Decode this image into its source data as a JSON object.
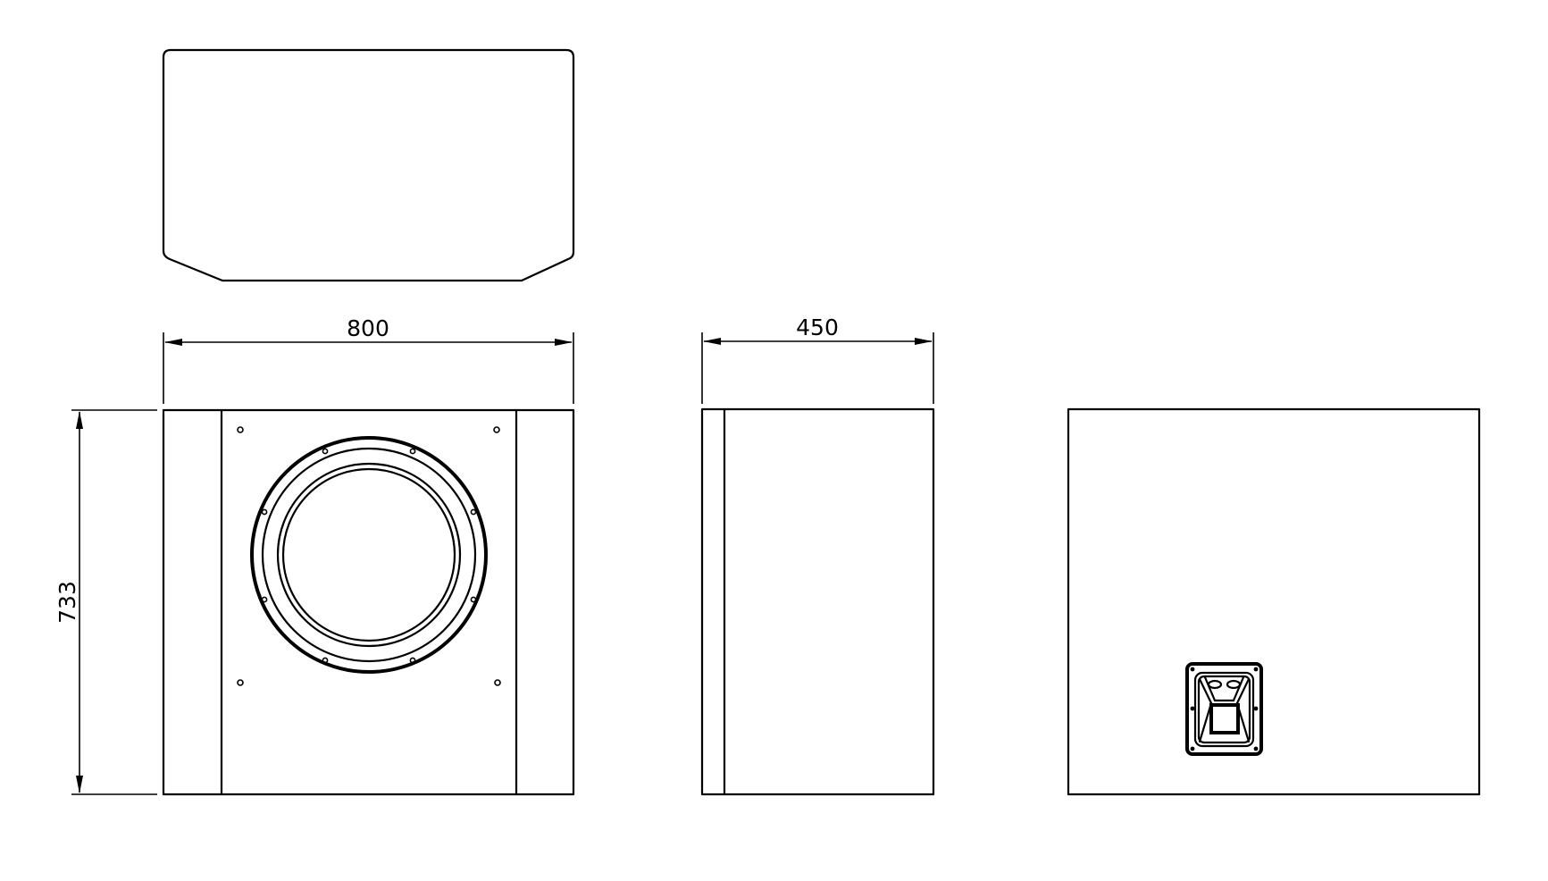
{
  "drawing": {
    "subject": "subwoofer cabinet technical drawing",
    "line_color": "#000000",
    "background": "#ffffff",
    "views": [
      {
        "name": "top-view",
        "label": ""
      },
      {
        "name": "front-view",
        "label": ""
      },
      {
        "name": "side-view",
        "label": ""
      },
      {
        "name": "rear-view",
        "label": ""
      }
    ]
  },
  "dimensions": {
    "width": "800",
    "depth": "450",
    "height": "733"
  },
  "units": "mm"
}
